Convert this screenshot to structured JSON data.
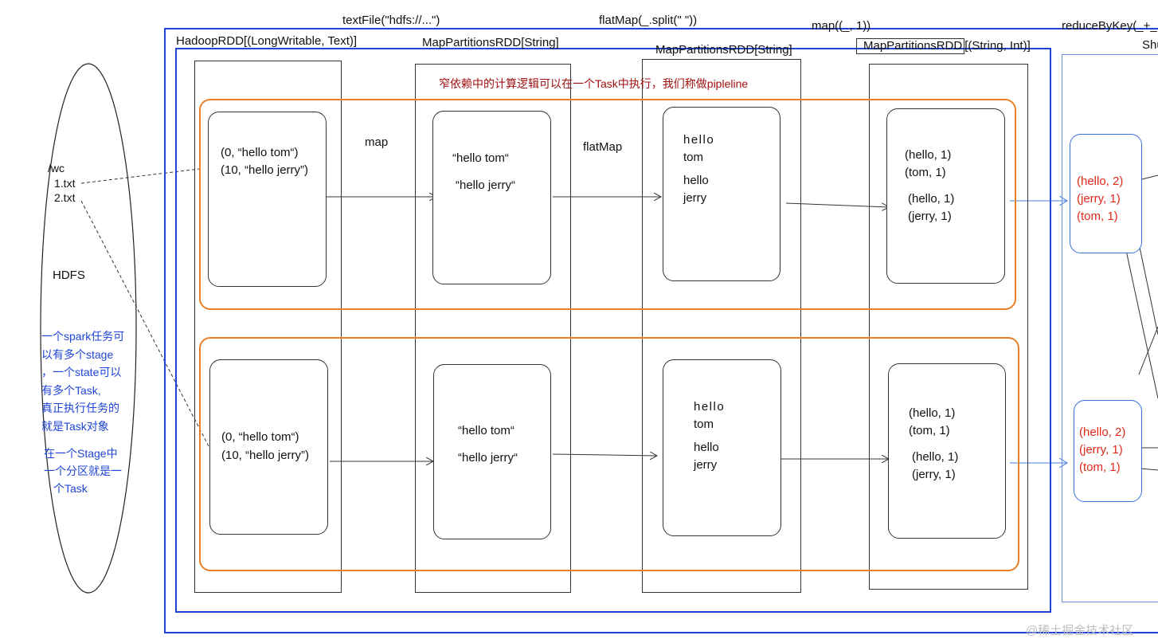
{
  "ops": {
    "textfile": "textFile(\"hdfs://...\")",
    "flatmap": "flatMap(_.split(\" \"))",
    "map": "map((_, 1))",
    "reducebykey": "reduceByKey(_+_",
    "shuffle_partial": "Shu"
  },
  "rdds": {
    "hadoop": "HadoopRDD[(LongWritable, Text)]",
    "mp1": "MapPartitionsRDD[String]",
    "mp2": "MapPartitionsRDD[String]",
    "mp3_prefix": "MapPartitionsRDD",
    "mp3_suffix": "[(String, Int)]"
  },
  "edge_labels": {
    "map": "map",
    "flatmap": "flatMap"
  },
  "pipeline_note": "窄依赖中的计算逻辑可以在一个Task中执行，我们称做pipleline",
  "hdfs": {
    "dir": "/wc",
    "file1": "1.txt",
    "file2": "2.txt",
    "label": "HDFS",
    "note1": [
      "一个spark任务可",
      "以有多个stage",
      "，一个state可以",
      "有多个Task,",
      "真正执行任务的",
      "就是Task对象"
    ],
    "note2": [
      "在一个Stage中",
      "一个分区就是一",
      "个Task"
    ]
  },
  "partitions": {
    "p1": {
      "hadoop": [
        "(0, “hello tom“)",
        "(10, “hello jerry”)"
      ],
      "mp1": [
        "“hello tom“",
        "“hello jerry“"
      ],
      "mp2": [
        "hello",
        "tom",
        "hello",
        "jerry"
      ],
      "mp3": [
        "(hello, 1)",
        "(tom, 1)",
        "(hello, 1)",
        "(jerry, 1)"
      ],
      "reduce": [
        "(hello, 2)",
        "(jerry, 1)",
        "(tom, 1)"
      ]
    },
    "p2": {
      "hadoop": [
        "(0, “hello tom“)",
        "(10, “hello jerry”)"
      ],
      "mp1": [
        "“hello tom“",
        "“hello jerry“"
      ],
      "mp2": [
        "hello",
        "tom",
        "hello",
        "jerry"
      ],
      "mp3": [
        "(hello, 1)",
        "(tom, 1)",
        "(hello, 1)",
        "(jerry, 1)"
      ],
      "reduce": [
        "(hello, 2)",
        "(jerry, 1)",
        "(tom, 1)"
      ]
    }
  },
  "watermark": "@稀土掘金技术社区",
  "colors": {
    "stage_border": "#1f44d6",
    "pipeline_border": "#e8802a",
    "reduce_text": "#e0281b",
    "note_text": "#1f44d6",
    "pipeline_text": "#a01010",
    "shuffle_arrow": "#4a7be0"
  }
}
